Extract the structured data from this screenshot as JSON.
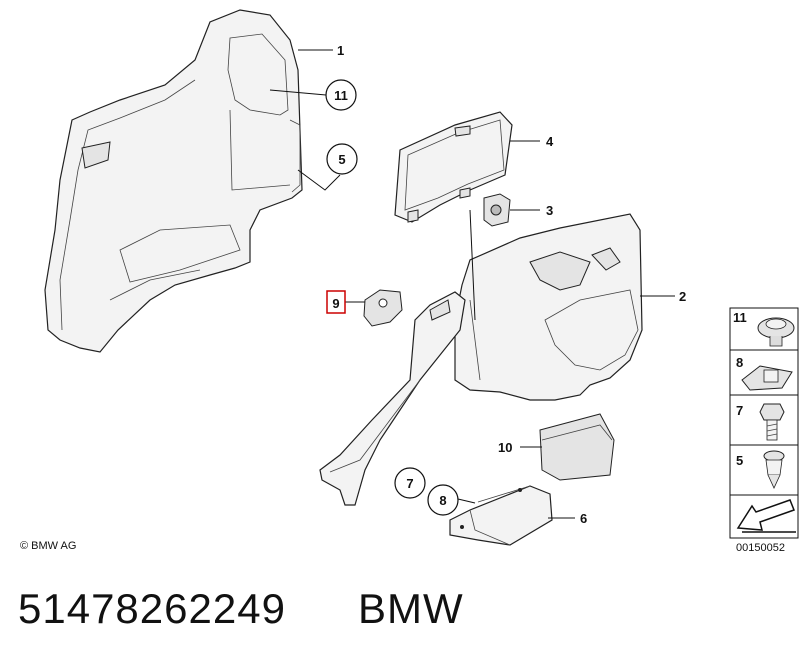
{
  "diagram": {
    "callouts": {
      "c1": "1",
      "c2": "2",
      "c3": "3",
      "c4": "4",
      "c5": "5",
      "c6": "6",
      "c7": "7",
      "c8": "8",
      "c9": "9",
      "c10": "10",
      "c11": "11"
    },
    "legend_items": [
      "11",
      "8",
      "7",
      "5"
    ],
    "highlight_color": "#cc0000"
  },
  "footer": {
    "copyright": "© BMW AG",
    "ref_code": "00150052",
    "part_number": "51478262249",
    "brand": "BMW"
  }
}
